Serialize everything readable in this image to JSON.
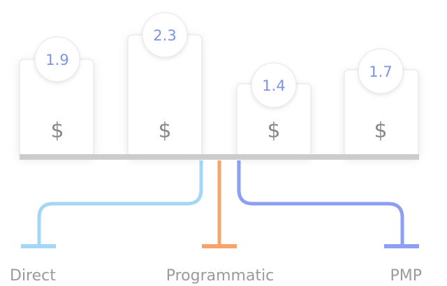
{
  "cards": [
    {
      "value": "1.9",
      "icon": "dollar-icon",
      "symbol": "$"
    },
    {
      "value": "2.3",
      "icon": "dollar-icon",
      "symbol": "$"
    },
    {
      "value": "1.4",
      "icon": "dollar-icon",
      "symbol": "$"
    },
    {
      "value": "1.7",
      "icon": "dollar-icon",
      "symbol": "$"
    }
  ],
  "channels": [
    {
      "label": "Direct",
      "color": "#a3d7f5"
    },
    {
      "label": "Programmatic",
      "color": "#f9a36c"
    },
    {
      "label": "PMP",
      "color": "#8c9ff5"
    }
  ],
  "colors": {
    "value_text": "#7d93e8",
    "dollar": "#8a8a8a",
    "label_text": "#9a9a9a",
    "base_bar": "#cccccc",
    "card_border": "#e3e3e3"
  }
}
